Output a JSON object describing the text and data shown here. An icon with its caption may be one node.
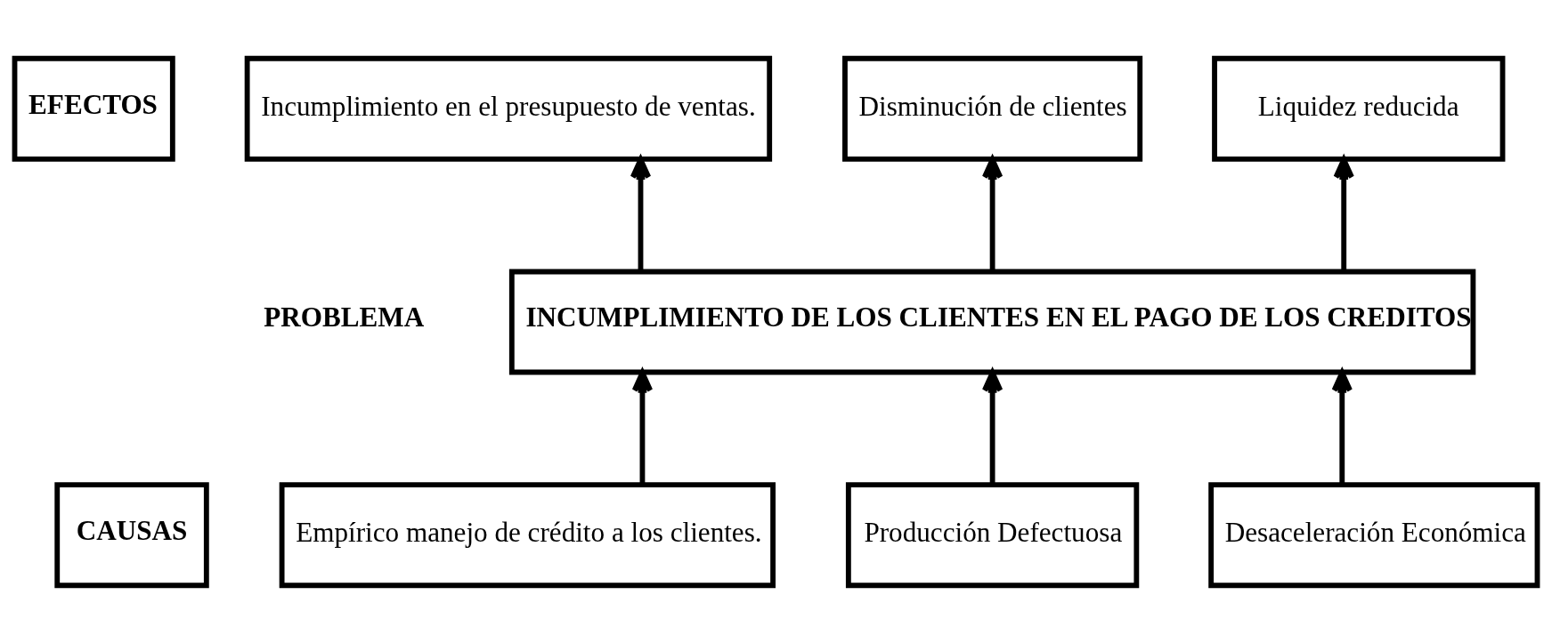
{
  "diagram": {
    "nodes": [
      {
        "text": [
          "EFECTOS"
        ]
      },
      {
        "text": [
          "Incumplimiento en el presupuesto de ventas."
        ]
      },
      {
        "text": [
          "Disminución de clientes"
        ]
      },
      {
        "text": [
          "Liquidez reducida"
        ]
      },
      {
        "text": [
          "INCUMPLIMIENTO DE LOS CLIENTES EN EL PAGO DE LOS CREDITOS"
        ]
      },
      {
        "text": [
          "CAUSAS"
        ]
      },
      {
        "text": [
          "Empírico manejo de crédito a los clientes."
        ]
      },
      {
        "text": [
          "Producción Defectuosa"
        ]
      },
      {
        "text": [
          "Desaceleración Económica"
        ]
      }
    ],
    "edges": [
      {
        "from": 4,
        "to": 1,
        "arrow": "to"
      },
      {
        "from": 4,
        "to": 2,
        "arrow": "to"
      },
      {
        "from": 4,
        "to": 3,
        "arrow": "to"
      },
      {
        "from": 6,
        "to": 4,
        "arrow": "to"
      },
      {
        "from": 7,
        "to": 4,
        "arrow": "to"
      },
      {
        "from": 8,
        "to": 4,
        "arrow": "to"
      }
    ],
    "labels": [
      "PROBLEMA"
    ]
  }
}
